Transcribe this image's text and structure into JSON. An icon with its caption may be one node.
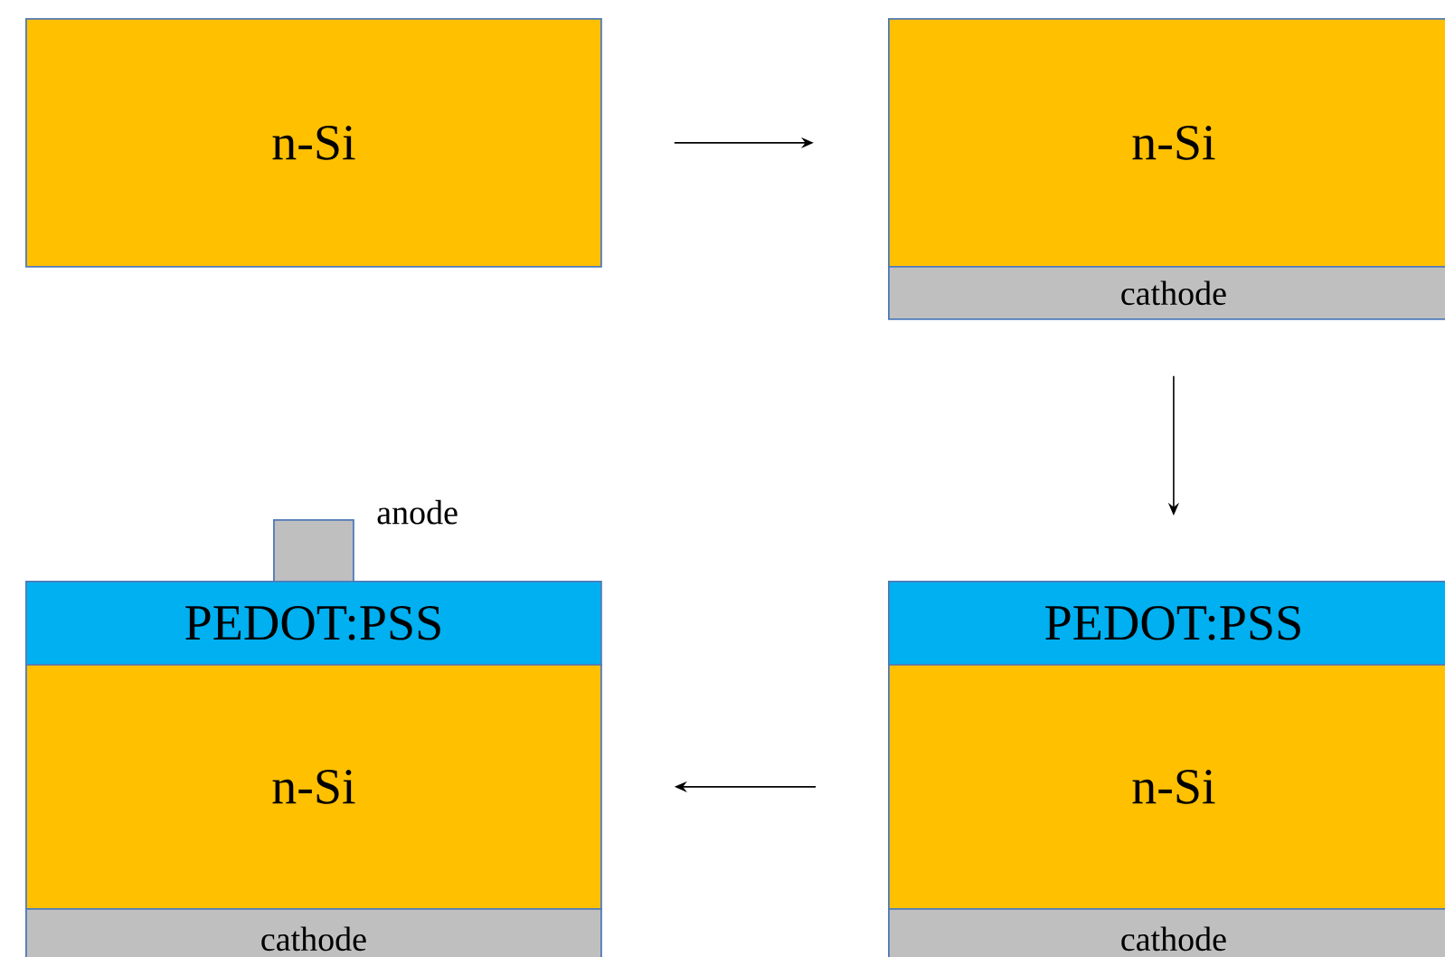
{
  "diagram": {
    "nodes": [
      {
        "text": [
          "n-Si"
        ]
      },
      {
        "text": [
          "n-Si"
        ]
      },
      {
        "text": [
          "cathode"
        ]
      },
      {
        "text": [
          "PEDOT:PSS"
        ]
      },
      {
        "text": [
          "n-Si"
        ]
      },
      {
        "text": [
          "cathode"
        ]
      },
      {
        "text": [],
        "shape": "box",
        "beside": [
          "anode"
        ]
      },
      {
        "text": [
          "PEDOT:PSS"
        ]
      },
      {
        "text": [
          "n-Si"
        ]
      },
      {
        "text": [
          "cathode"
        ]
      }
    ],
    "edges": [
      {
        "from": 0,
        "to": 1,
        "arrow": "to"
      },
      {
        "from": 2,
        "to": 3,
        "arrow": "to"
      },
      {
        "from": 4,
        "to": 8,
        "arrow": "to"
      }
    ]
  }
}
